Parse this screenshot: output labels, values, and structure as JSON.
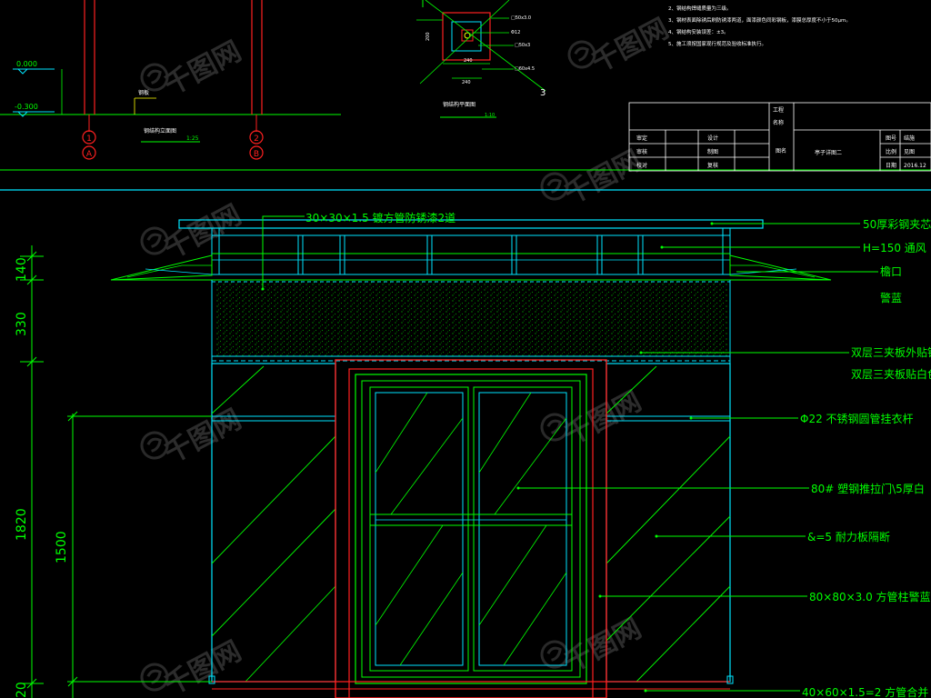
{
  "app": {
    "title": "CAD Elevation Drawing"
  },
  "colors": {
    "background": "#000000",
    "green": "#00ff00",
    "cyan": "#00e5ff",
    "red": "#ff2020",
    "white": "#ffffff",
    "yellow": "#e6e600",
    "watermark": "#2b2b2b"
  },
  "top_left": {
    "level_upper": "0.000",
    "level_lower": "-0.300",
    "small_note": "钢板",
    "grid_1": "1",
    "grid_a": "A",
    "grid_2": "2",
    "grid_b": "B",
    "view_title": "钢结构立面图",
    "view_scale": "1:25"
  },
  "detail": {
    "callout_1": "□50x3.0",
    "callout_2": "Φ12",
    "callout_3": "□50x3",
    "callout_4": "□60x4.5",
    "dim_bottom": "240",
    "dim_side": "200",
    "dim_lower": "240",
    "view_number": "3",
    "view_title": "钢结构平面图",
    "view_scale": "1:10"
  },
  "notes": {
    "line_1": "2、钢结构焊缝质量为三级。",
    "line_2": "3、钢材表面除锈后刷防锈漆两道，面漆颜色同彩钢板，漆膜总厚度不小于50μm。",
    "line_3": "4、钢结构安装误差：±3。",
    "line_4": "5、施工须按国家现行规范及验收标准执行。"
  },
  "title_block": {
    "project_label_1": "工程",
    "project_label_2": "名称",
    "row_1": "审定",
    "row_2": "审核",
    "row_3": "校对",
    "col2_1": "设计",
    "col2_2": "制图",
    "col2_3": "复核",
    "drawing_label": "图名",
    "drawing_title": "亭子详图二",
    "meta_1_label": "图号",
    "meta_1_value": "结施",
    "meta_2_label": "比例",
    "meta_2_value": "见图",
    "meta_3_label": "日期",
    "meta_3_value": "2016.12"
  },
  "elevation": {
    "top_callout": "30×30×1.5 镀方管防锈漆2道",
    "dim_140": "140",
    "dim_330": "330",
    "dim_1820": "1820",
    "dim_1500": "1500",
    "dim_20": "20",
    "callouts": [
      "50厚彩钢夹芯",
      "H=150 通风",
      "檐口",
      "警蓝",
      "双层三夹板外贴铝",
      "双层三夹板贴白色",
      "Φ22 不锈钢圆管挂衣杆",
      "80# 塑钢推拉门\\5厚白",
      "&=5 耐力板隔断",
      "80×80×3.0 方管柱警蓝",
      "40×60×1.5=2 方管合并"
    ]
  },
  "watermark": {
    "text": "千图网"
  }
}
